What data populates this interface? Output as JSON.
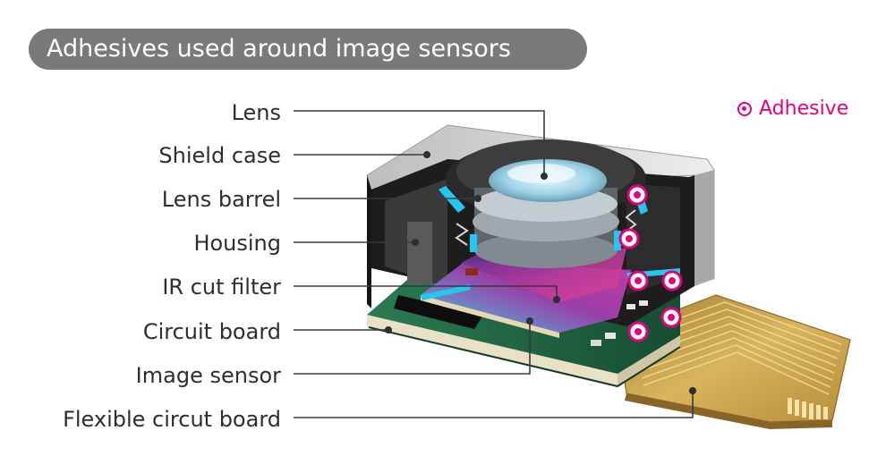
{
  "title": "Adhesives used around image sensors",
  "legend": {
    "label": "Adhesive",
    "color": "#e4007f"
  },
  "labels": {
    "lens": "Lens",
    "shield_case": "Shield case",
    "lens_barrel": "Lens barrel",
    "housing": "Housing",
    "ir_cut_filter": "IR cut filter",
    "circuit_board": "Circuit board",
    "image_sensor": "Image sensor",
    "flexible_circuit_board": "Flexible circut board"
  },
  "colors": {
    "adhesive": "#e4007f",
    "leader_line": "#3a3a3a",
    "shield": "#cfcfcf",
    "sensor_gradient": [
      "#3fd0e6",
      "#c23c9e",
      "#4a2d8c"
    ],
    "flex_board": "#c9a44b",
    "pcb": "#1f6b48"
  }
}
